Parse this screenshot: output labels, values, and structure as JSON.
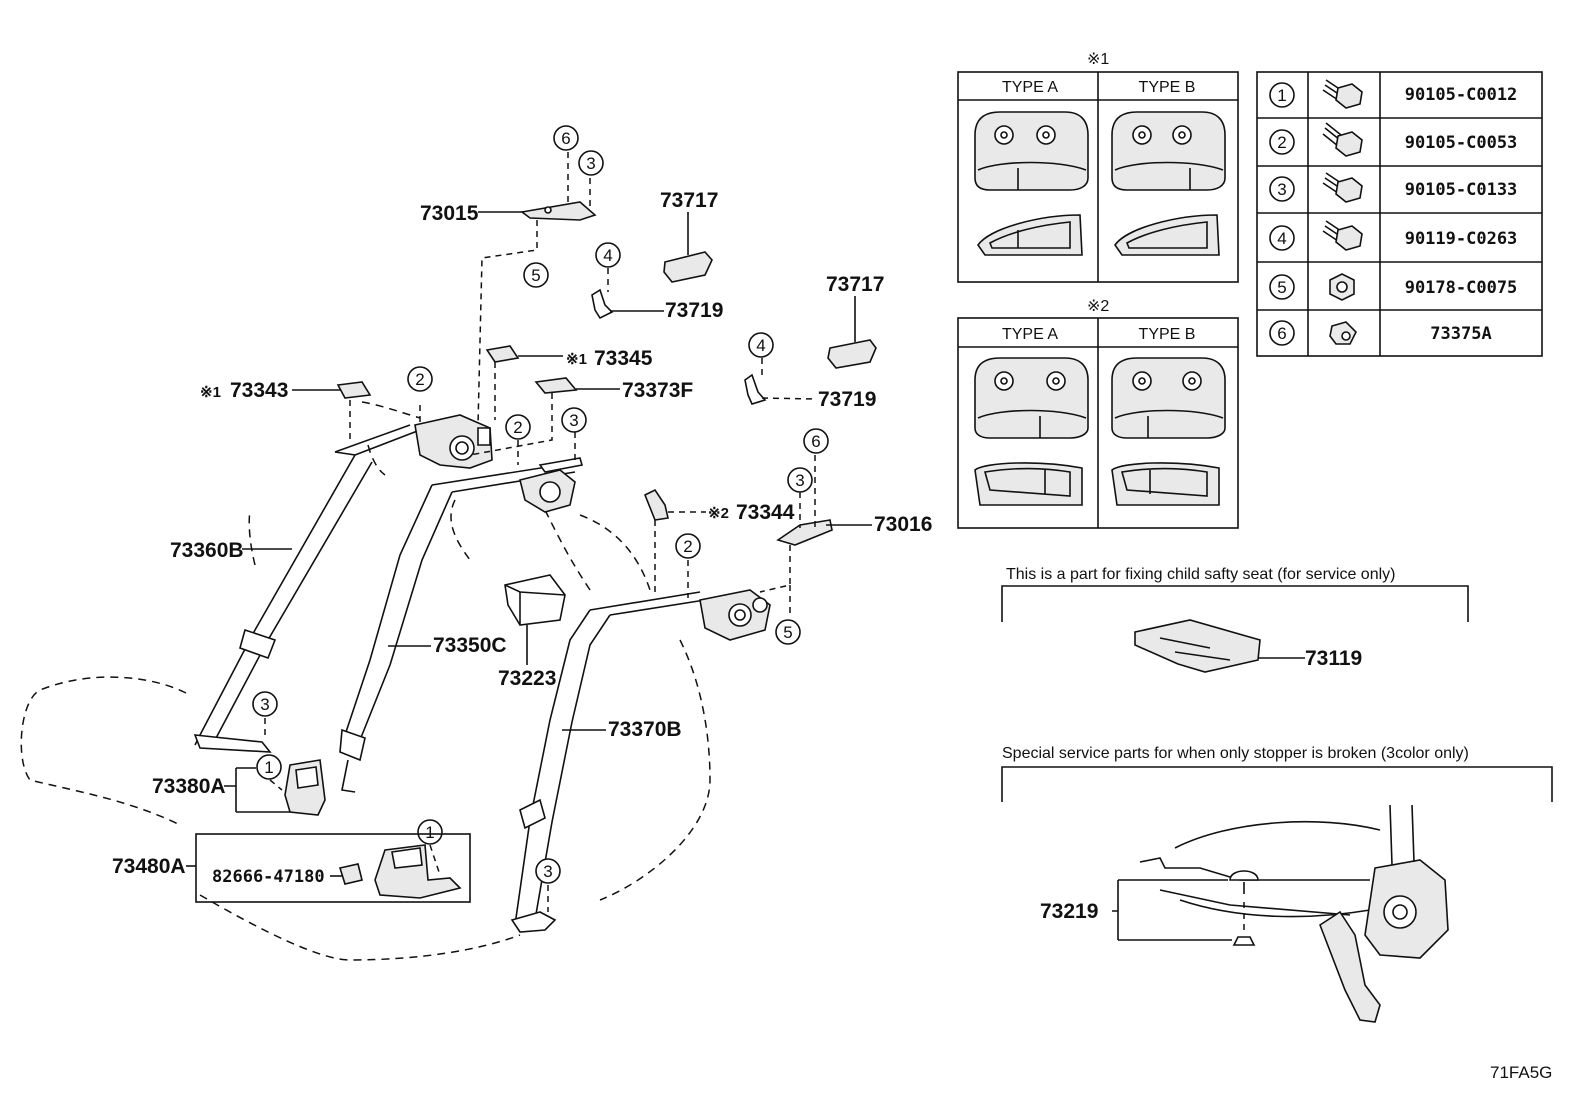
{
  "labels": {
    "p73015": "73015",
    "p73717a": "73717",
    "p73719a": "73719",
    "p73717b": "73717",
    "p73719b": "73719",
    "p73345": "73345",
    "p73343": "73343",
    "p73373f": "73373F",
    "p73344": "73344",
    "p73016": "73016",
    "p73360b": "73360B",
    "p73350c": "73350C",
    "p73223": "73223",
    "p73370b": "73370B",
    "p73380a": "73380A",
    "p73480a": "73480A",
    "p82666": "82666-47180",
    "p73119": "73119",
    "p73219": "73219"
  },
  "ref_marks": {
    "m1": "※1",
    "m2": "※2",
    "m73345": "※1",
    "m73343": "※1",
    "m73344": "※2"
  },
  "type_tables": {
    "t1_type_a": "TYPE A",
    "t1_type_b": "TYPE B",
    "t2_type_a": "TYPE A",
    "t2_type_b": "TYPE B"
  },
  "fastener_table": [
    {
      "num": "1",
      "part": "90105-C0012"
    },
    {
      "num": "2",
      "part": "90105-C0053"
    },
    {
      "num": "3",
      "part": "90105-C0133"
    },
    {
      "num": "4",
      "part": "90119-C0263"
    },
    {
      "num": "5",
      "part": "90178-C0075"
    },
    {
      "num": "6",
      "part": "73375A"
    }
  ],
  "callouts": {
    "c6a": "6",
    "c3a": "3",
    "c5a": "5",
    "c4a": "4",
    "c2a": "2",
    "c2b": "2",
    "c3b": "3",
    "c4b": "4",
    "c6b": "6",
    "c3c": "3",
    "c2c": "2",
    "c5b": "5",
    "c3d": "3",
    "c1a": "1",
    "c1b": "1",
    "c3e": "3"
  },
  "notes": {
    "child_seat": "This is a part for fixing child safty seat (for service only)",
    "stopper": "Special service parts for when only stopper is broken (3color only)"
  },
  "diagram_code": "71FA5G"
}
